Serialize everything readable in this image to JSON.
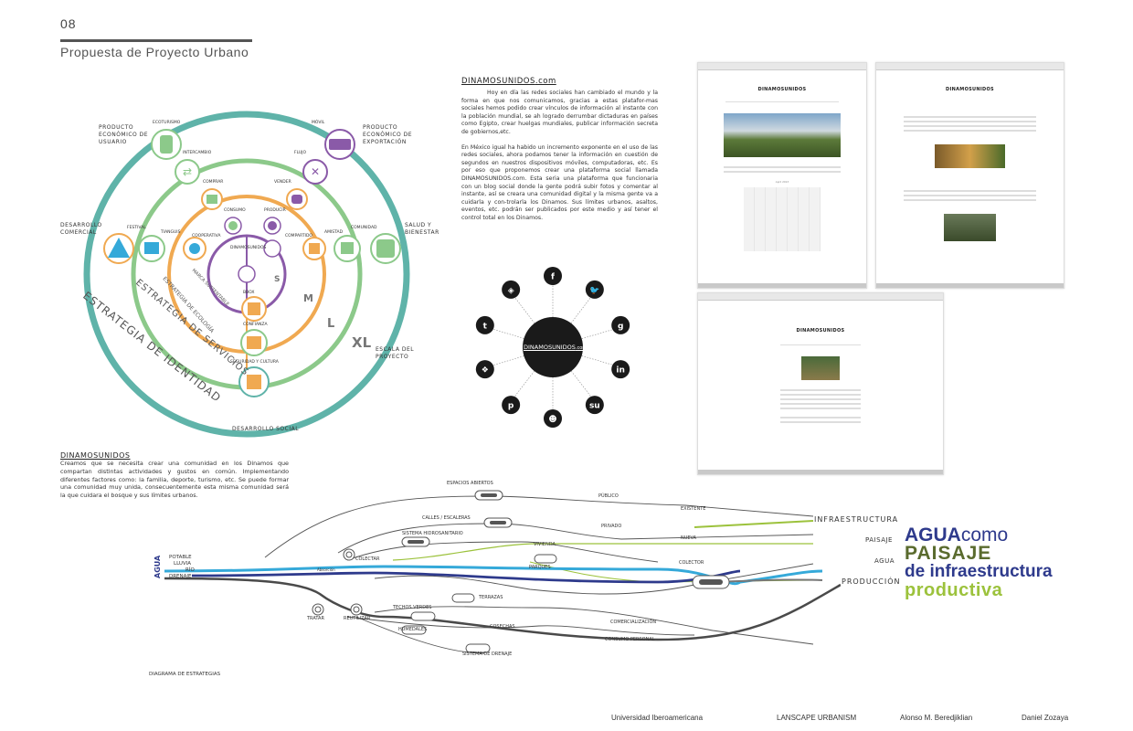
{
  "page": {
    "number": "08",
    "title": "Propuesta de Proyecto Urbano"
  },
  "circles": {
    "outer_labels": {
      "producto_usuario": "PRODUCTO ECONÓMICO DE USUARIO",
      "producto_exportacion": "PRODUCTO ECONÓMICO DE EXPORTACIÓN",
      "desarrollo_comercial": "DESARROLLO COMERCIAL",
      "salud_bienestar": "SALUD Y BIENESTAR",
      "escala_proyecto": "ESCALA DEL PROYECTO",
      "desarrollo_social": "DESARROLLO SOCIAL"
    },
    "nodes": {
      "ecoturismo": "ECOTURISMO",
      "movil": "MÓVIL",
      "intercambio": "INTERCAMBIO",
      "flujo": "FLUJO",
      "comprar": "COMPRAR",
      "vender": "VENDER",
      "festival": "FESTIVAL",
      "tianguis": "TIANGUIS",
      "consumo": "CONSUMO",
      "producir": "PRODUCIR",
      "cooperativa": "COOPERATIVA",
      "compartido": "COMPARTIDO",
      "amistad": "AMISTAD",
      "comunidad": "COMUNIDAD",
      "dinamos": "DINAMOSUNIDOS",
      "bbox": "BBOX",
      "confianza": "CONFIANZA",
      "seguridad": "SEGURIDAD Y CULTURA"
    },
    "ring_text": {
      "identidad": "ESTRATEGIA DE IDENTIDAD",
      "servicios": "ESTRATEGIA DE SERVICIOS",
      "ecologia": "ESTRATEGIA DE ECOLOGÍA",
      "marca": "MARCA SUSTENTABLE"
    },
    "scales": {
      "s": "S",
      "m": "M",
      "l": "L",
      "xl": "XL"
    }
  },
  "dinamos_intro": {
    "heading": "DINAMOSUNIDOS",
    "heading_suffix": ".com",
    "p1": "Hoy en día las redes sociales han cambiado el mundo y la forma en que nos comunicamos, gracias a estas platafor-mas sociales hemos podido crear vínculos de información al instante con la población mundial, se ah logrado derrumbar dictaduras en países como Egipto, crear huelgas mundiales, publicar información secreta de gobiernos,etc.",
    "p2": "En México igual ha habido un incremento exponente en el uso de las redes sociales, ahora podamos tener la información en cuestión de segundos en nuestros dispositivos móviles, computadoras, etc. Es por eso que proponemos crear una plataforma social llamada DINAMOSUNIDOS.com. Esta seria una plataforma que funcionaria con un blog social donde la gente podrá subir fotos y comentar al instante, así se creara una comunidad digital y la misma gente va a cuidarla y con-trolarla los Dinamos. Sus límites urbanos, asaltos, eventos, etc. podrán ser publicados por este medio y así tener el control total en los Dinamos."
  },
  "social_hub": {
    "center_label": "DINAMOSUNIDOS",
    "center_suffix": ".com",
    "icons": [
      {
        "name": "facebook-icon",
        "glyph": "f"
      },
      {
        "name": "twitter-icon",
        "glyph": "🐦"
      },
      {
        "name": "google-icon",
        "glyph": "g"
      },
      {
        "name": "linkedin-icon",
        "glyph": "in"
      },
      {
        "name": "stumbleupon-icon",
        "glyph": "su"
      },
      {
        "name": "reddit-icon",
        "glyph": "☻"
      },
      {
        "name": "pinterest-icon",
        "glyph": "p"
      },
      {
        "name": "dropbox-icon",
        "glyph": "❖"
      },
      {
        "name": "tumblr-icon",
        "glyph": "t"
      },
      {
        "name": "delicious-icon",
        "glyph": "◈"
      }
    ]
  },
  "screenshots": {
    "site_name": "DINAMOSUNIDOS",
    "calendar_title": "April 2013"
  },
  "dinamos_bottom": {
    "heading": "DINAMOSUNIDOS",
    "text": "Creamos que se necesita crear una comunidad en los Dinamos que compartan distintas actividades y gustos en común. Implementando diferentes factores como: la familia, deporte, turismo, etc. Se puede formar una comunidad muy unida, consecuentemente esta misma comunidad será la que cuidara el bosque y sus límites urbanos."
  },
  "strategy_diagram": {
    "caption": "DIAGRAMA DE ESTRATEGIAS",
    "agua_vertical": "AGUA",
    "left_labels": {
      "potable": "POTABLE",
      "lluvia": "LLUVIA",
      "rio": "RÍO",
      "drenaje": "DRENAJE"
    },
    "nodes": {
      "espacios_abiertos": "ESPACIOS ABIERTOS",
      "publico": "PÚBLICO",
      "calles": "CALLES / ESCALERAS",
      "privado": "PRIVADO",
      "sistema_hidro": "SISTEMA HIDROSANITARIO",
      "vivienda": "VIVIENDA",
      "colectar": "COLECTAR",
      "parques": "PARQUES",
      "absorcion": "Absorción",
      "colector": "COLECTOR",
      "existente": "EXISTENTE",
      "nueva": "NUEVA",
      "terrazas": "TERRAZAS",
      "techos_verdes": "TECHOS VERDES",
      "tratar": "TRATAR",
      "reutilizar": "REUTILIZAR",
      "humedales": "HUMEDALES",
      "cosechas": "COSECHAS",
      "comercializacion": "COMERCIALIZACIÓN",
      "consumo_personal": "CONSUMO PERSONAL",
      "sistema_drenaje": "SISTEMA DE DRENAJE"
    },
    "right_labels": {
      "infraestructura": "INFRAESTRUCTURA",
      "paisaje": "PAISAJE",
      "agua": "AGUA",
      "produccion": "PRODUCCIÓN"
    },
    "title_block": {
      "agua": "AGUA",
      "como": "como",
      "paisaje": "PAISAJE",
      "de_infra": "de infraestructura",
      "productiva": "productiva"
    }
  },
  "footer": {
    "university": "Universidad Iberoamericana",
    "course": "LANSCAPE URBANISM",
    "author1": "Alonso M. Beredjiklian",
    "author2": "Daniel Zozaya"
  },
  "colors": {
    "teal": "#5fb3a9",
    "green": "#8cc98a",
    "orange": "#f0a951",
    "purple": "#8a5aa8",
    "blue": "#35a9d9",
    "navy": "#2e3a8c",
    "lime": "#9cc23c",
    "olive": "#5a6b2e"
  }
}
